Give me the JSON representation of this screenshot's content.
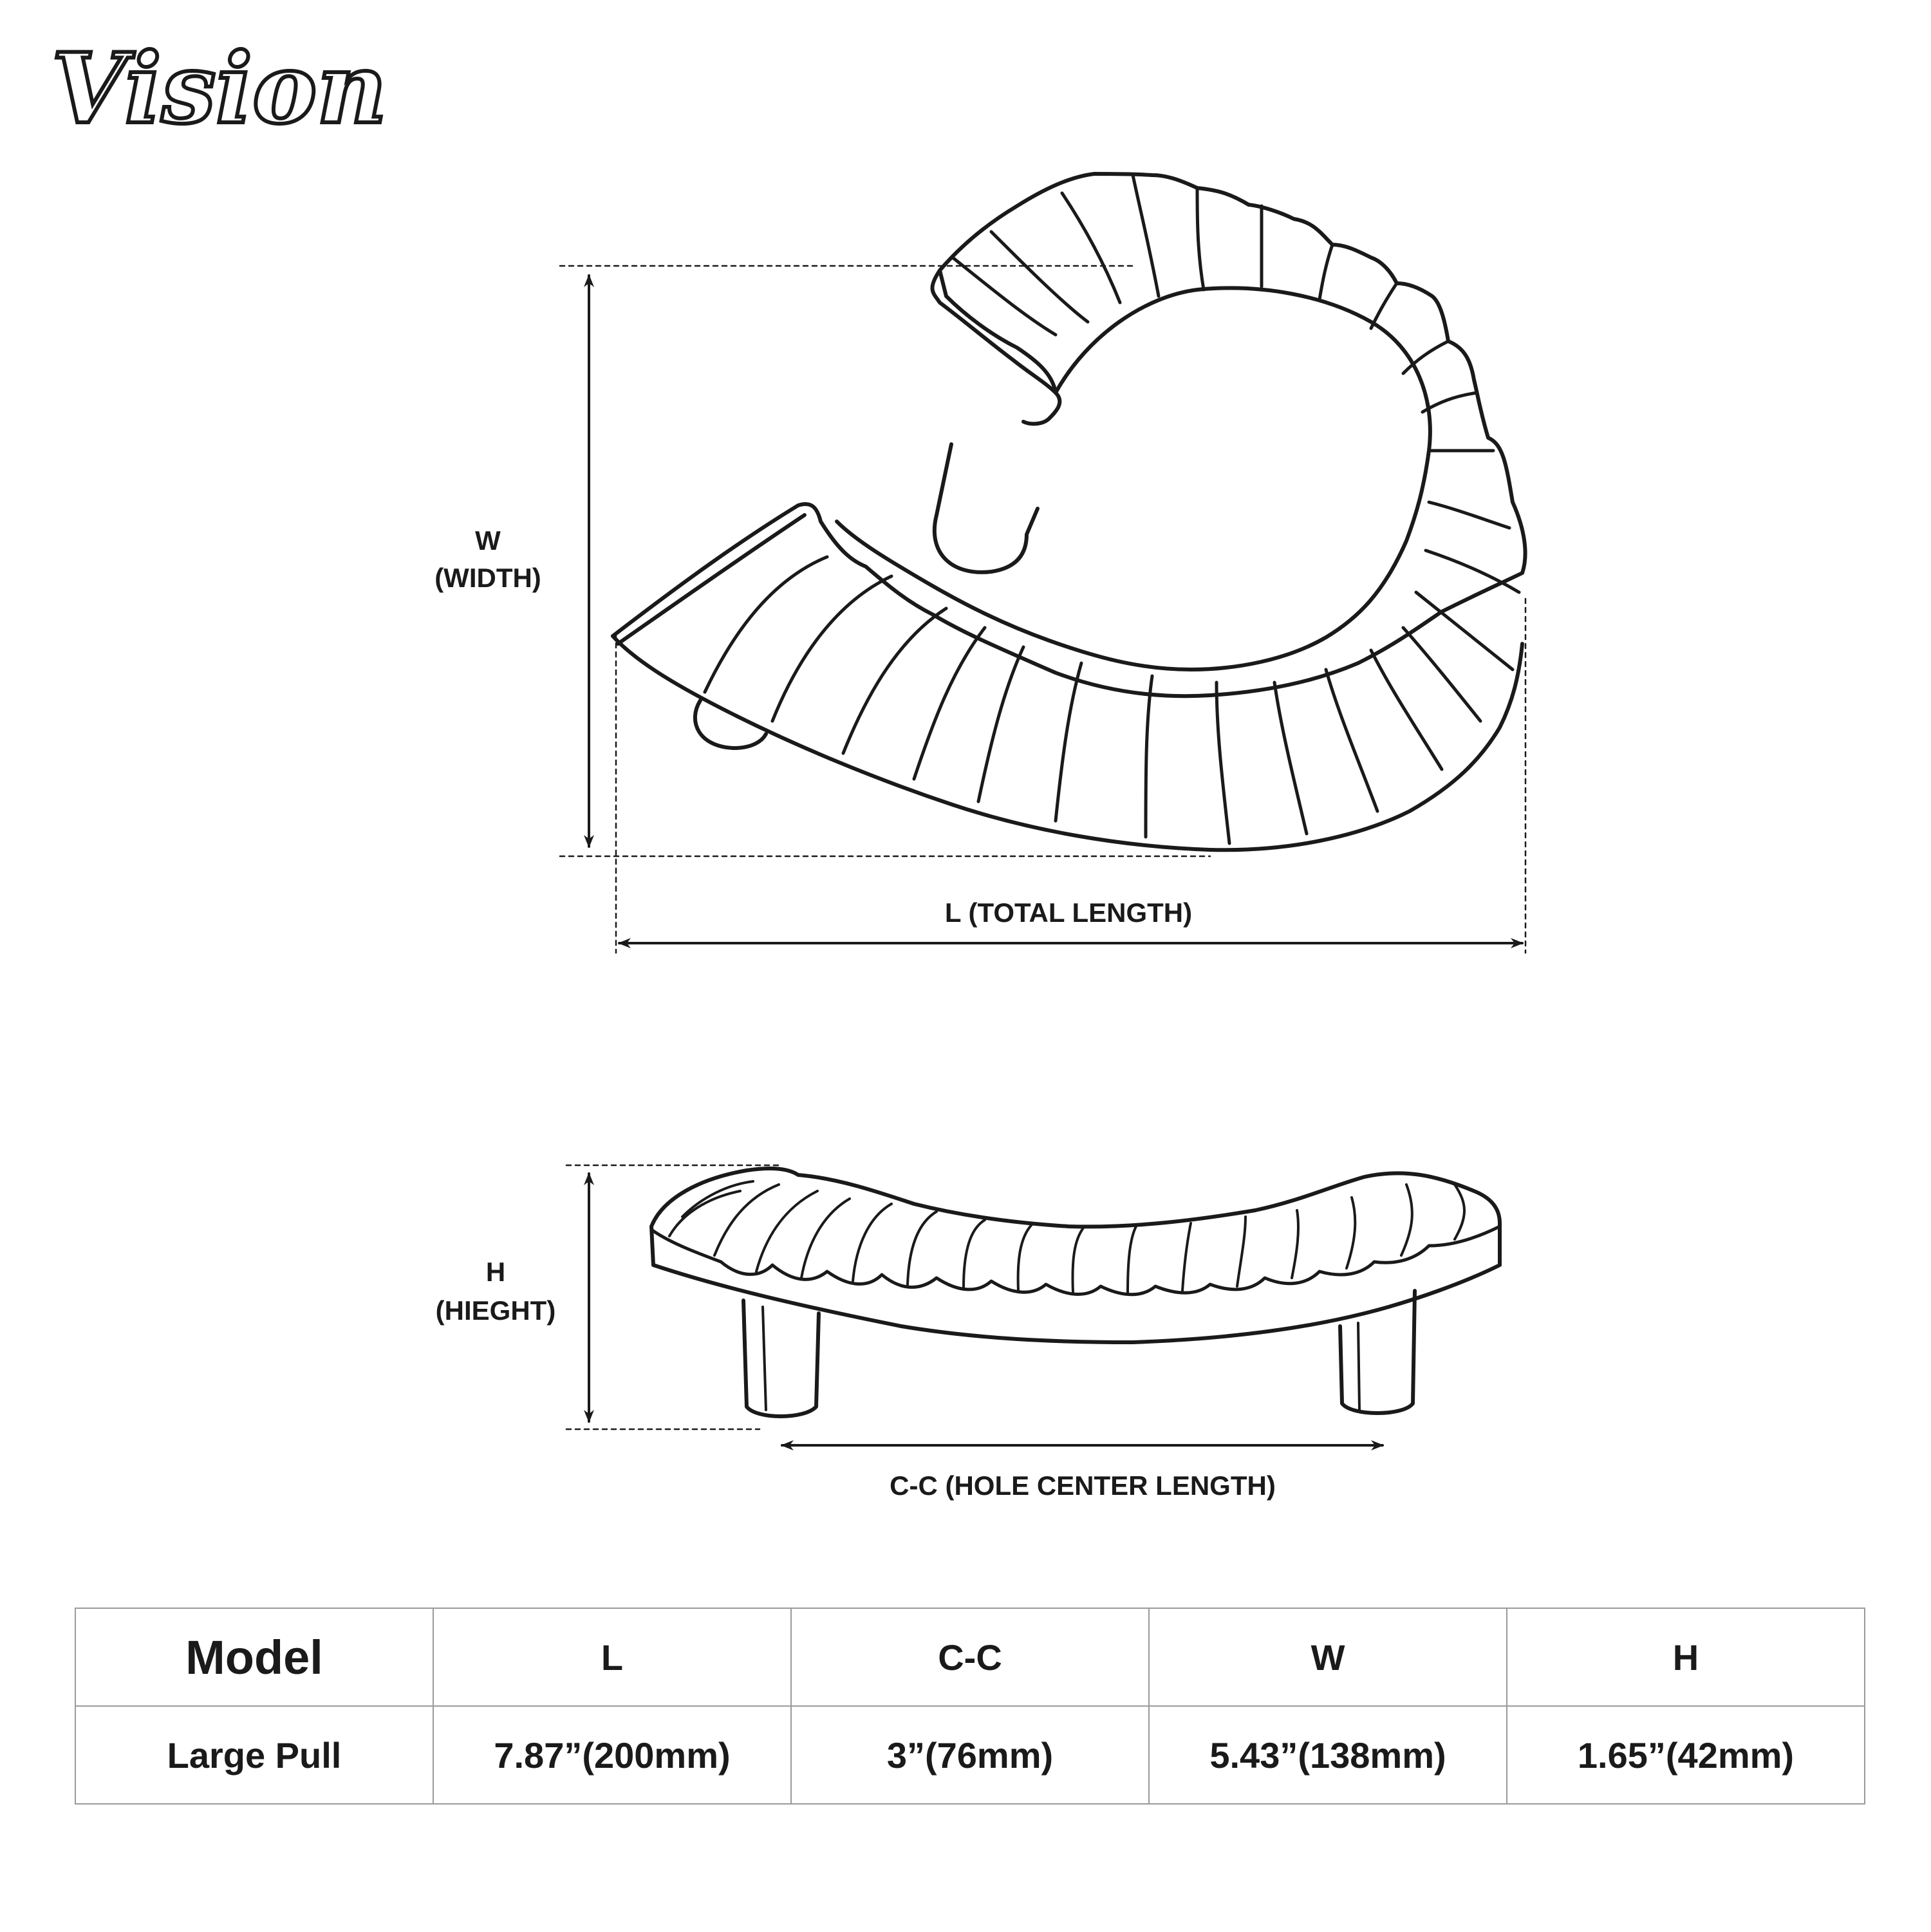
{
  "brand": {
    "name": "Vision"
  },
  "top_view": {
    "width_label": "W",
    "width_sublabel": "(WIDTH)",
    "length_label": "L (TOTAL LENGTH)"
  },
  "side_view": {
    "height_label": "H",
    "height_sublabel": "(HIEGHT)",
    "cc_label": "C-C (HOLE CENTER LENGTH)"
  },
  "table": {
    "headers": [
      "Model",
      "L",
      "C-C",
      "W",
      "H"
    ],
    "rows": [
      [
        "Large Pull",
        "7.87”(200mm)",
        "3”(76mm)",
        "5.43”(138mm)",
        "1.65”(42mm)"
      ]
    ]
  }
}
